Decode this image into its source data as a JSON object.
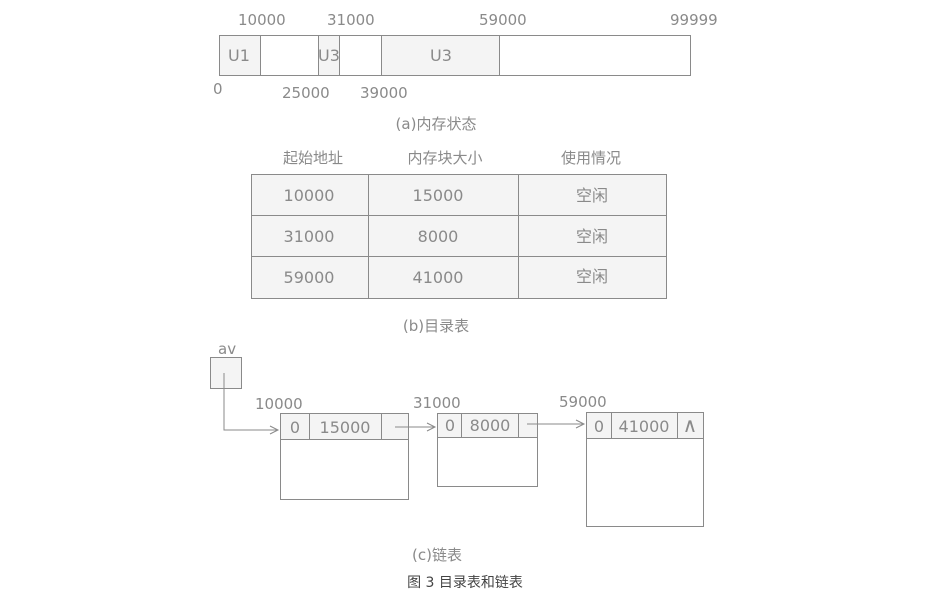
{
  "memory": {
    "top_labels": [
      "10000",
      "31000",
      "59000",
      "99999"
    ],
    "bottom_labels": [
      "0",
      "25000",
      "39000"
    ],
    "blocks": [
      "U1",
      "U3",
      "U3"
    ],
    "caption": "(a)内存状态"
  },
  "directory": {
    "headers": [
      "起始地址",
      "内存块大小",
      "使用情况"
    ],
    "rows": [
      [
        "10000",
        "15000",
        "空闲"
      ],
      [
        "31000",
        "8000",
        "空闲"
      ],
      [
        "59000",
        "41000",
        "空闲"
      ]
    ],
    "caption": "(b)目录表"
  },
  "linked_list": {
    "head_label": "av",
    "nodes": [
      {
        "address": "10000",
        "flag": "0",
        "size": "15000"
      },
      {
        "address": "31000",
        "flag": "0",
        "size": "8000"
      },
      {
        "address": "59000",
        "flag": "0",
        "size": "41000"
      }
    ],
    "null_symbol": "∧",
    "caption": "(c)链表"
  },
  "figure_caption": "图 3 目录表和链表"
}
